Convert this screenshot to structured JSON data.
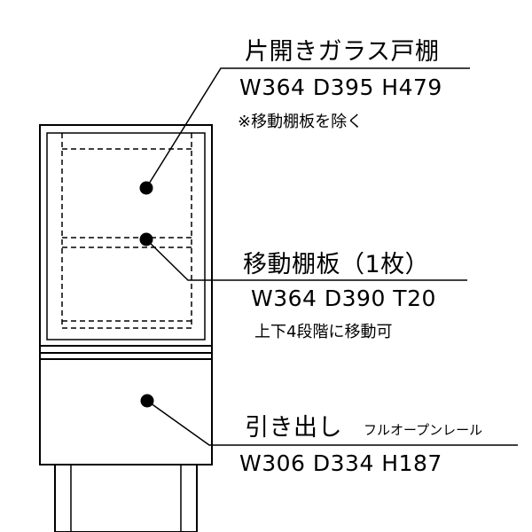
{
  "colors": {
    "line": "#000000",
    "background": "#ffffff"
  },
  "callouts": {
    "door": {
      "title": "片開きガラス戸棚",
      "dims": "W364 D395 H479",
      "note": "※移動棚板を除く"
    },
    "shelf": {
      "title": "移動棚板（1枚）",
      "dims": "W364 D390 T20",
      "note": "上下4段階に移動可"
    },
    "drawer": {
      "title": "引き出し",
      "subtitle": "フルオープンレール",
      "dims": "W306 D334 H187"
    }
  }
}
